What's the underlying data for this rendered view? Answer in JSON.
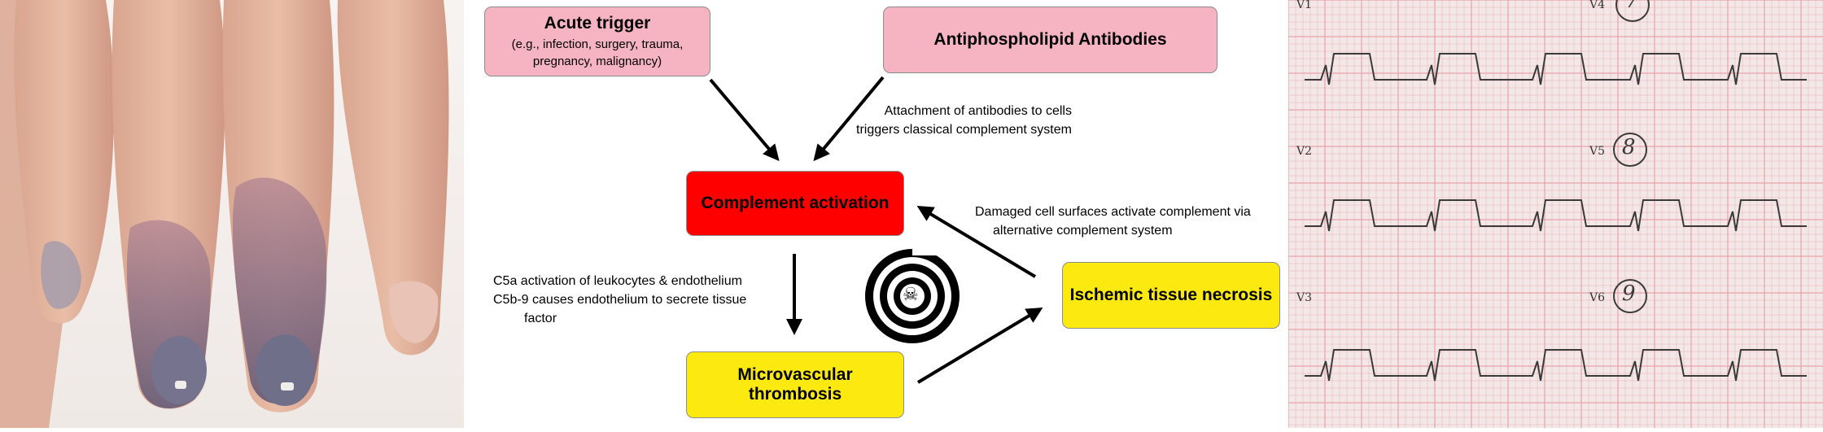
{
  "nodes": {
    "acute_trigger": {
      "title": "Acute trigger",
      "subtitle_lines": [
        "(e.g., infection, surgery, trauma,",
        "pregnancy, malignancy)"
      ]
    },
    "antibodies": {
      "title": "Antiphospholipid Antibodies"
    },
    "complement": {
      "title": "Complement activation"
    },
    "thrombosis": {
      "title_lines": [
        "Microvascular",
        "thrombosis"
      ]
    },
    "necrosis": {
      "title": "Ischemic tissue necrosis"
    }
  },
  "notes": {
    "attachment": [
      "Attachment of antibodies to cells",
      "triggers classical complement system"
    ],
    "damaged": [
      "Damaged cell surfaces activate complement via",
      "alternative complement system"
    ],
    "c5a": [
      "C5a activation of leukocytes & endothelium",
      "C5b-9 causes endothelium to secrete tissue",
      "factor"
    ]
  },
  "spiral_center_glyph": "☠",
  "ecg": {
    "leads": [
      "V1",
      "V2",
      "V3",
      "V4",
      "V5",
      "V6"
    ],
    "circled_numbers": [
      "7",
      "8",
      "9"
    ]
  },
  "colors": {
    "pink_box": "#f6b3c2",
    "red_box": "#ff0000",
    "yellow_box": "#fbe90f",
    "ecg_grid": "#e7a3a8",
    "ecg_trace": "#3a3a3a"
  }
}
